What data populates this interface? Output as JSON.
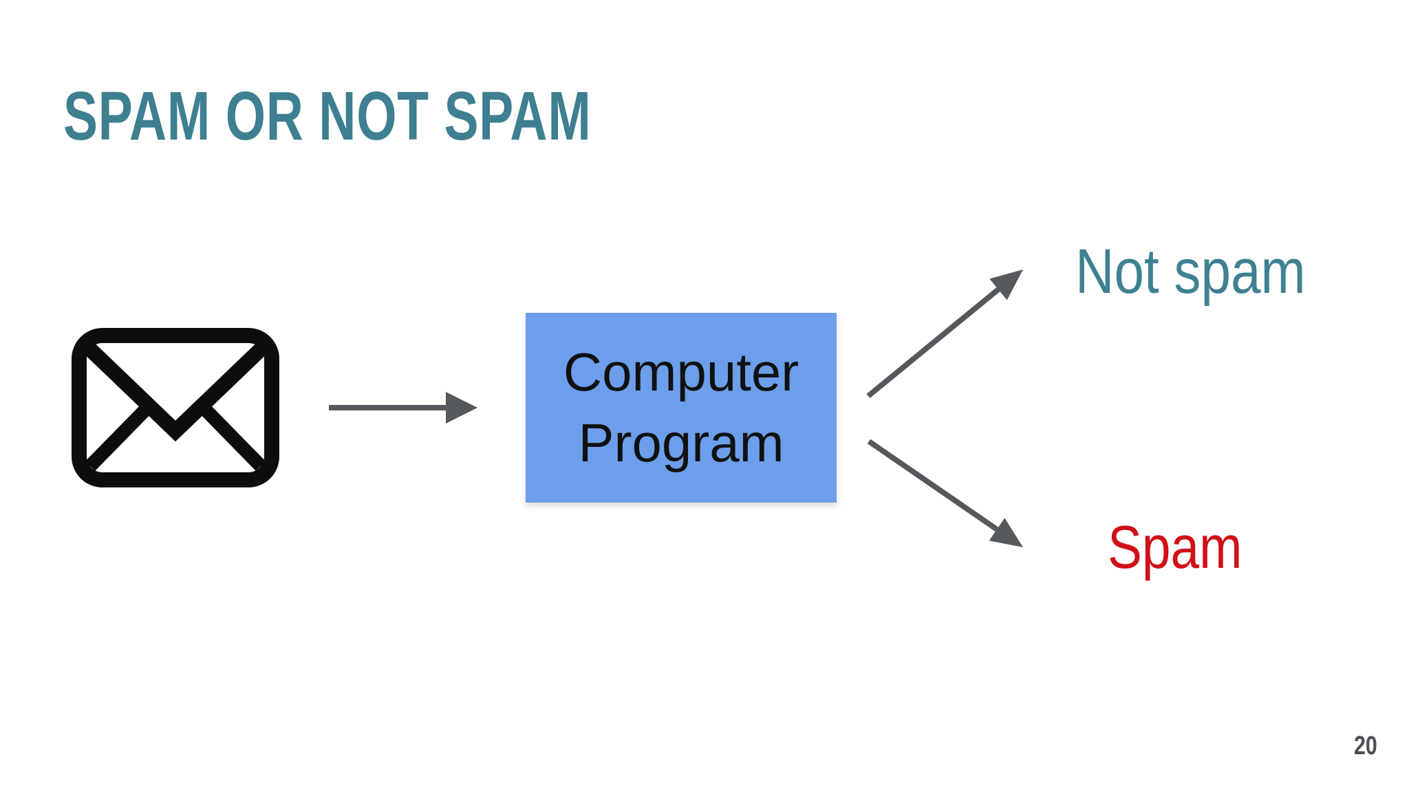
{
  "slide": {
    "title": "SPAM OR NOT SPAM",
    "page_number": "20",
    "diagram": {
      "input_icon": "email-envelope-icon",
      "process_label": "Computer Program",
      "outputs": [
        {
          "label": "Not spam",
          "color": "#3e8192"
        },
        {
          "label": "Spam",
          "color": "#d01018"
        }
      ]
    },
    "colors": {
      "background": "#ffffff",
      "title-teal": "#3e7f91",
      "label-teal": "#3e8192",
      "spam-red": "#d01018",
      "process-blue": "#6d9eeb",
      "process-text": "#111111",
      "arrow-gray": "#55585c",
      "icon-black": "#0d0d0d",
      "page-number-gray": "#4b4e53"
    }
  }
}
